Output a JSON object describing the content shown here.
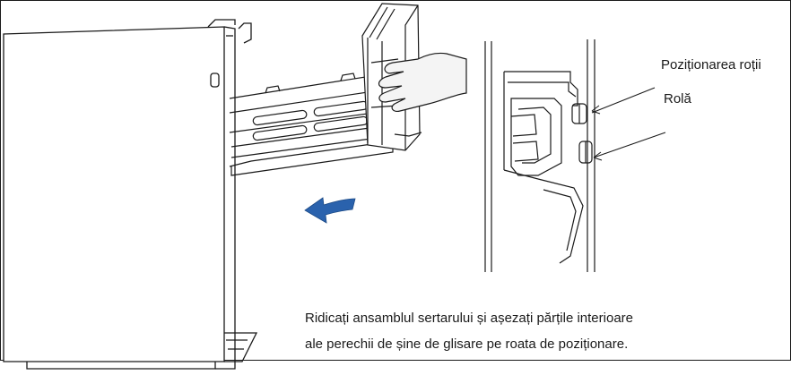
{
  "labels": {
    "wheel_positioning": "Poziționarea roții",
    "roller": "Rolă"
  },
  "caption": {
    "line1": "Ridicați ansamblul sertarului și așezați părțile interioare",
    "line2": "ale perechii de șine de glisare pe roata de poziționare."
  },
  "colors": {
    "line": "#1a1a1a",
    "arrow": "#2a62ad",
    "hand": "#f4f4f4"
  },
  "icons": {
    "direction": "arrow-left-icon",
    "hand": "hand-icon"
  }
}
